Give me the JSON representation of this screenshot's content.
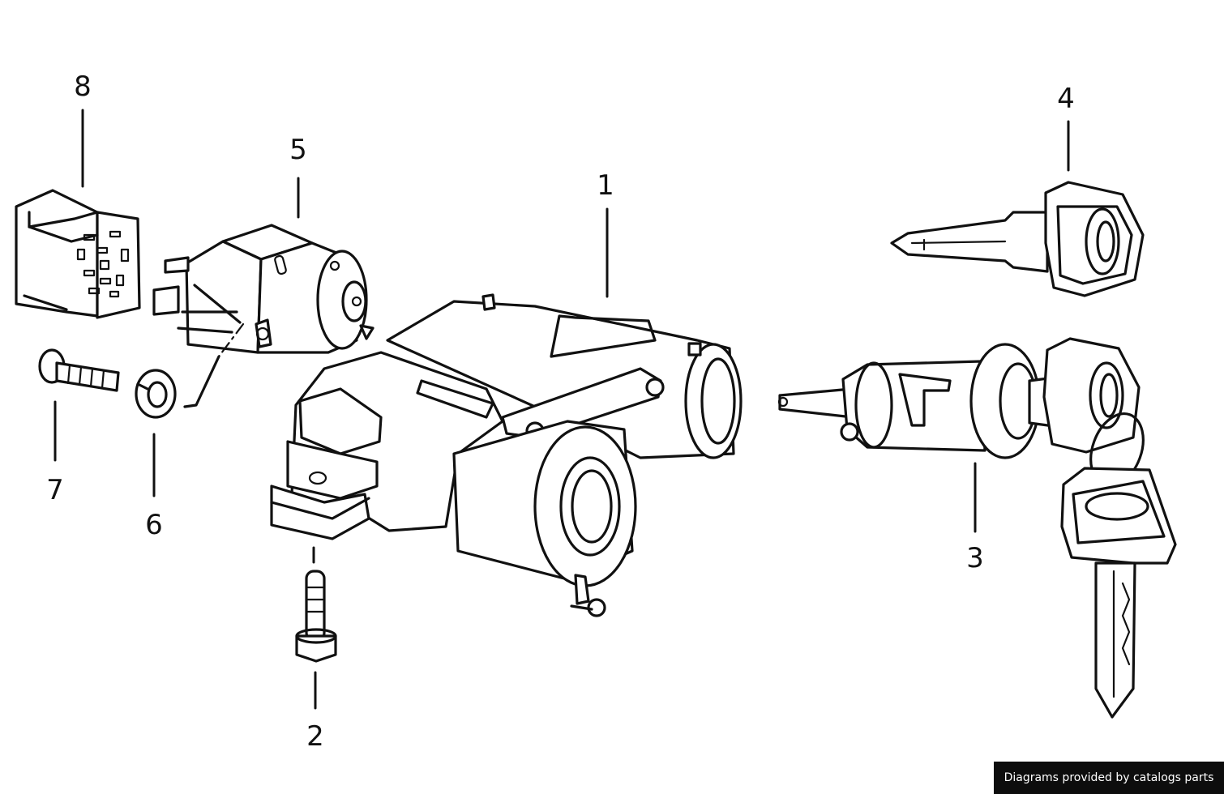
{
  "callouts": [
    {
      "number": "1",
      "part": "housing"
    },
    {
      "number": "2",
      "part": "screw"
    },
    {
      "number": "3",
      "part": "lock-cylinder"
    },
    {
      "number": "4",
      "part": "key"
    },
    {
      "number": "5",
      "part": "ignition-switch"
    },
    {
      "number": "6",
      "part": "spring-washer"
    },
    {
      "number": "7",
      "part": "bolt"
    },
    {
      "number": "8",
      "part": "connector"
    }
  ],
  "watermark": "Diagrams provided by catalogs parts"
}
